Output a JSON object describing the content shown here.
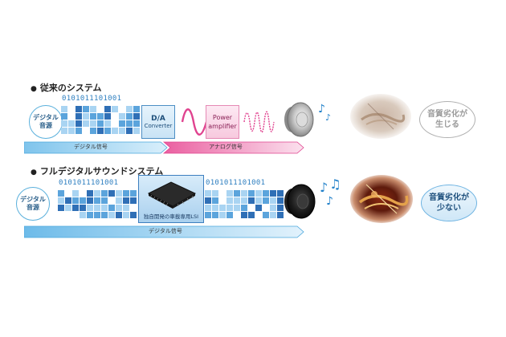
{
  "row1": {
    "title": "従来のシステム",
    "source_label": [
      "デジタル",
      "音源"
    ],
    "bits_text": "0101011101001",
    "da_label": [
      "D/A",
      "Converter"
    ],
    "amp_label": [
      "Power",
      "amplifier"
    ],
    "result": [
      "音質劣化が",
      "生じる"
    ],
    "digital_bar": "デジタル信号",
    "analog_bar": "アナログ信号"
  },
  "row2": {
    "title": "フルデジタルサウンドシステム",
    "source_label": [
      "デジタル",
      "音源"
    ],
    "bits_text_1": "0101011101001",
    "bits_text_2": "0101011101001",
    "lsi_caption": "独自開発の車載専用LSI",
    "result": [
      "音質劣化が",
      "少ない"
    ],
    "digital_bar": "デジタル信号"
  },
  "colors": {
    "blue_dark": "#2f6fb6",
    "blue_mid": "#5ba4dc",
    "blue_light": "#a9d4f2",
    "pink": "#e0438f",
    "gray_text": "#9a9a9a"
  }
}
